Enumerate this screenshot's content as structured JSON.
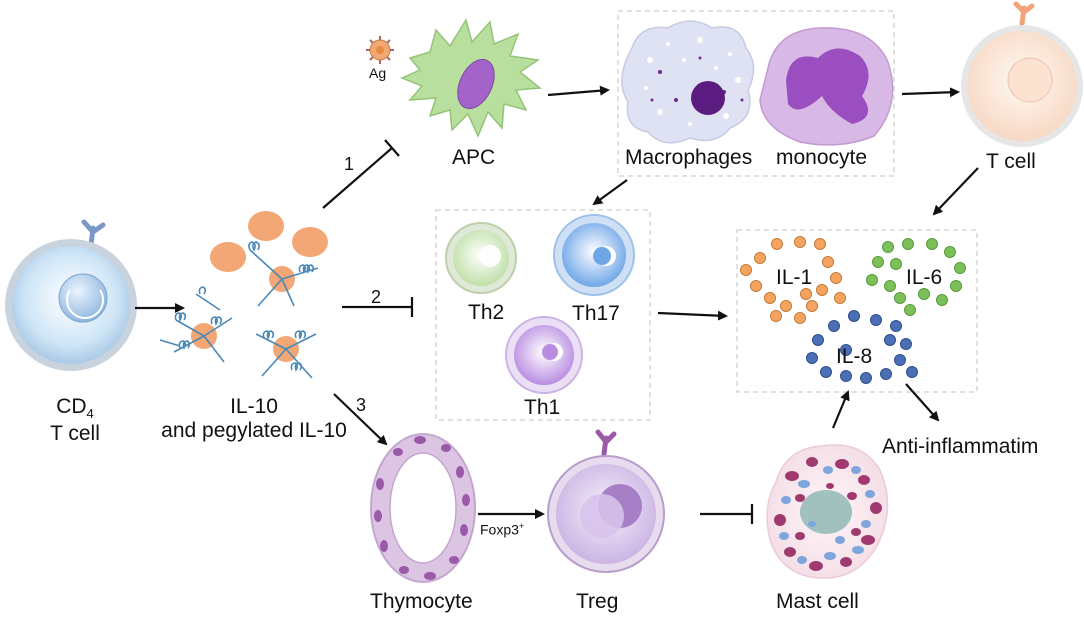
{
  "labels": {
    "ag": "Ag",
    "apc": "APC",
    "macrophages": "Macrophages",
    "monocyte": "monocyte",
    "t_cell_top": "T cell",
    "cd4_line1_base": "CD",
    "cd4_line1_sub": "4",
    "cd4_line2": "T cell",
    "il10_line1": "IL-10",
    "il10_line2": "and pegylated IL-10",
    "th2": "Th2",
    "th17": "Th17",
    "th1": "Th1",
    "il1": "IL-1",
    "il6": "IL-6",
    "il8": "IL-8",
    "anti_inflammatim": "Anti-inflammatim",
    "thymocyte": "Thymocyte",
    "foxp3_base": "Foxp3",
    "foxp3_sup": "+",
    "treg": "Treg",
    "mast_cell": "Mast cell",
    "path1": "1",
    "path2": "2",
    "path3": "3"
  },
  "colors": {
    "cytokine_il1": "#f4a460",
    "cytokine_il6": "#7cc05a",
    "cytokine_il8": "#4a6fb5",
    "il10_dot": "#f2a774",
    "apc_fill": "#b8dea0",
    "macrophage_fill": "#d9ddf0",
    "monocyte_fill": "#c9a3d6",
    "treg_fill": "#d9c8ea"
  }
}
